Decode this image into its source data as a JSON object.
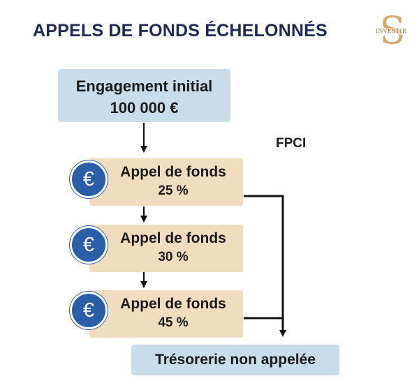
{
  "header": {
    "title": "APPELS DE FONDS ÉCHELONNÉS",
    "logo_text": "INVESTIR"
  },
  "diagram": {
    "initial": {
      "label": "Engagement initial",
      "amount": "100 000 €"
    },
    "fund_label": "FPCI",
    "steps": [
      {
        "label": "Appel de fonds",
        "percent": "25 %",
        "icon": "euro-icon"
      },
      {
        "label": "Appel de fonds",
        "percent": "30 %",
        "icon": "euro-icon"
      },
      {
        "label": "Appel de fonds",
        "percent": "45 %",
        "icon": "euro-icon"
      }
    ],
    "final": {
      "label": "Trésorerie non appelée"
    }
  },
  "colors": {
    "title": "#1f2b56",
    "box_blue": "#c8dcea",
    "box_beige": "#f0ddc0",
    "euro_circle": "#2a5ea6",
    "logo_gold": "#d7a86b"
  }
}
